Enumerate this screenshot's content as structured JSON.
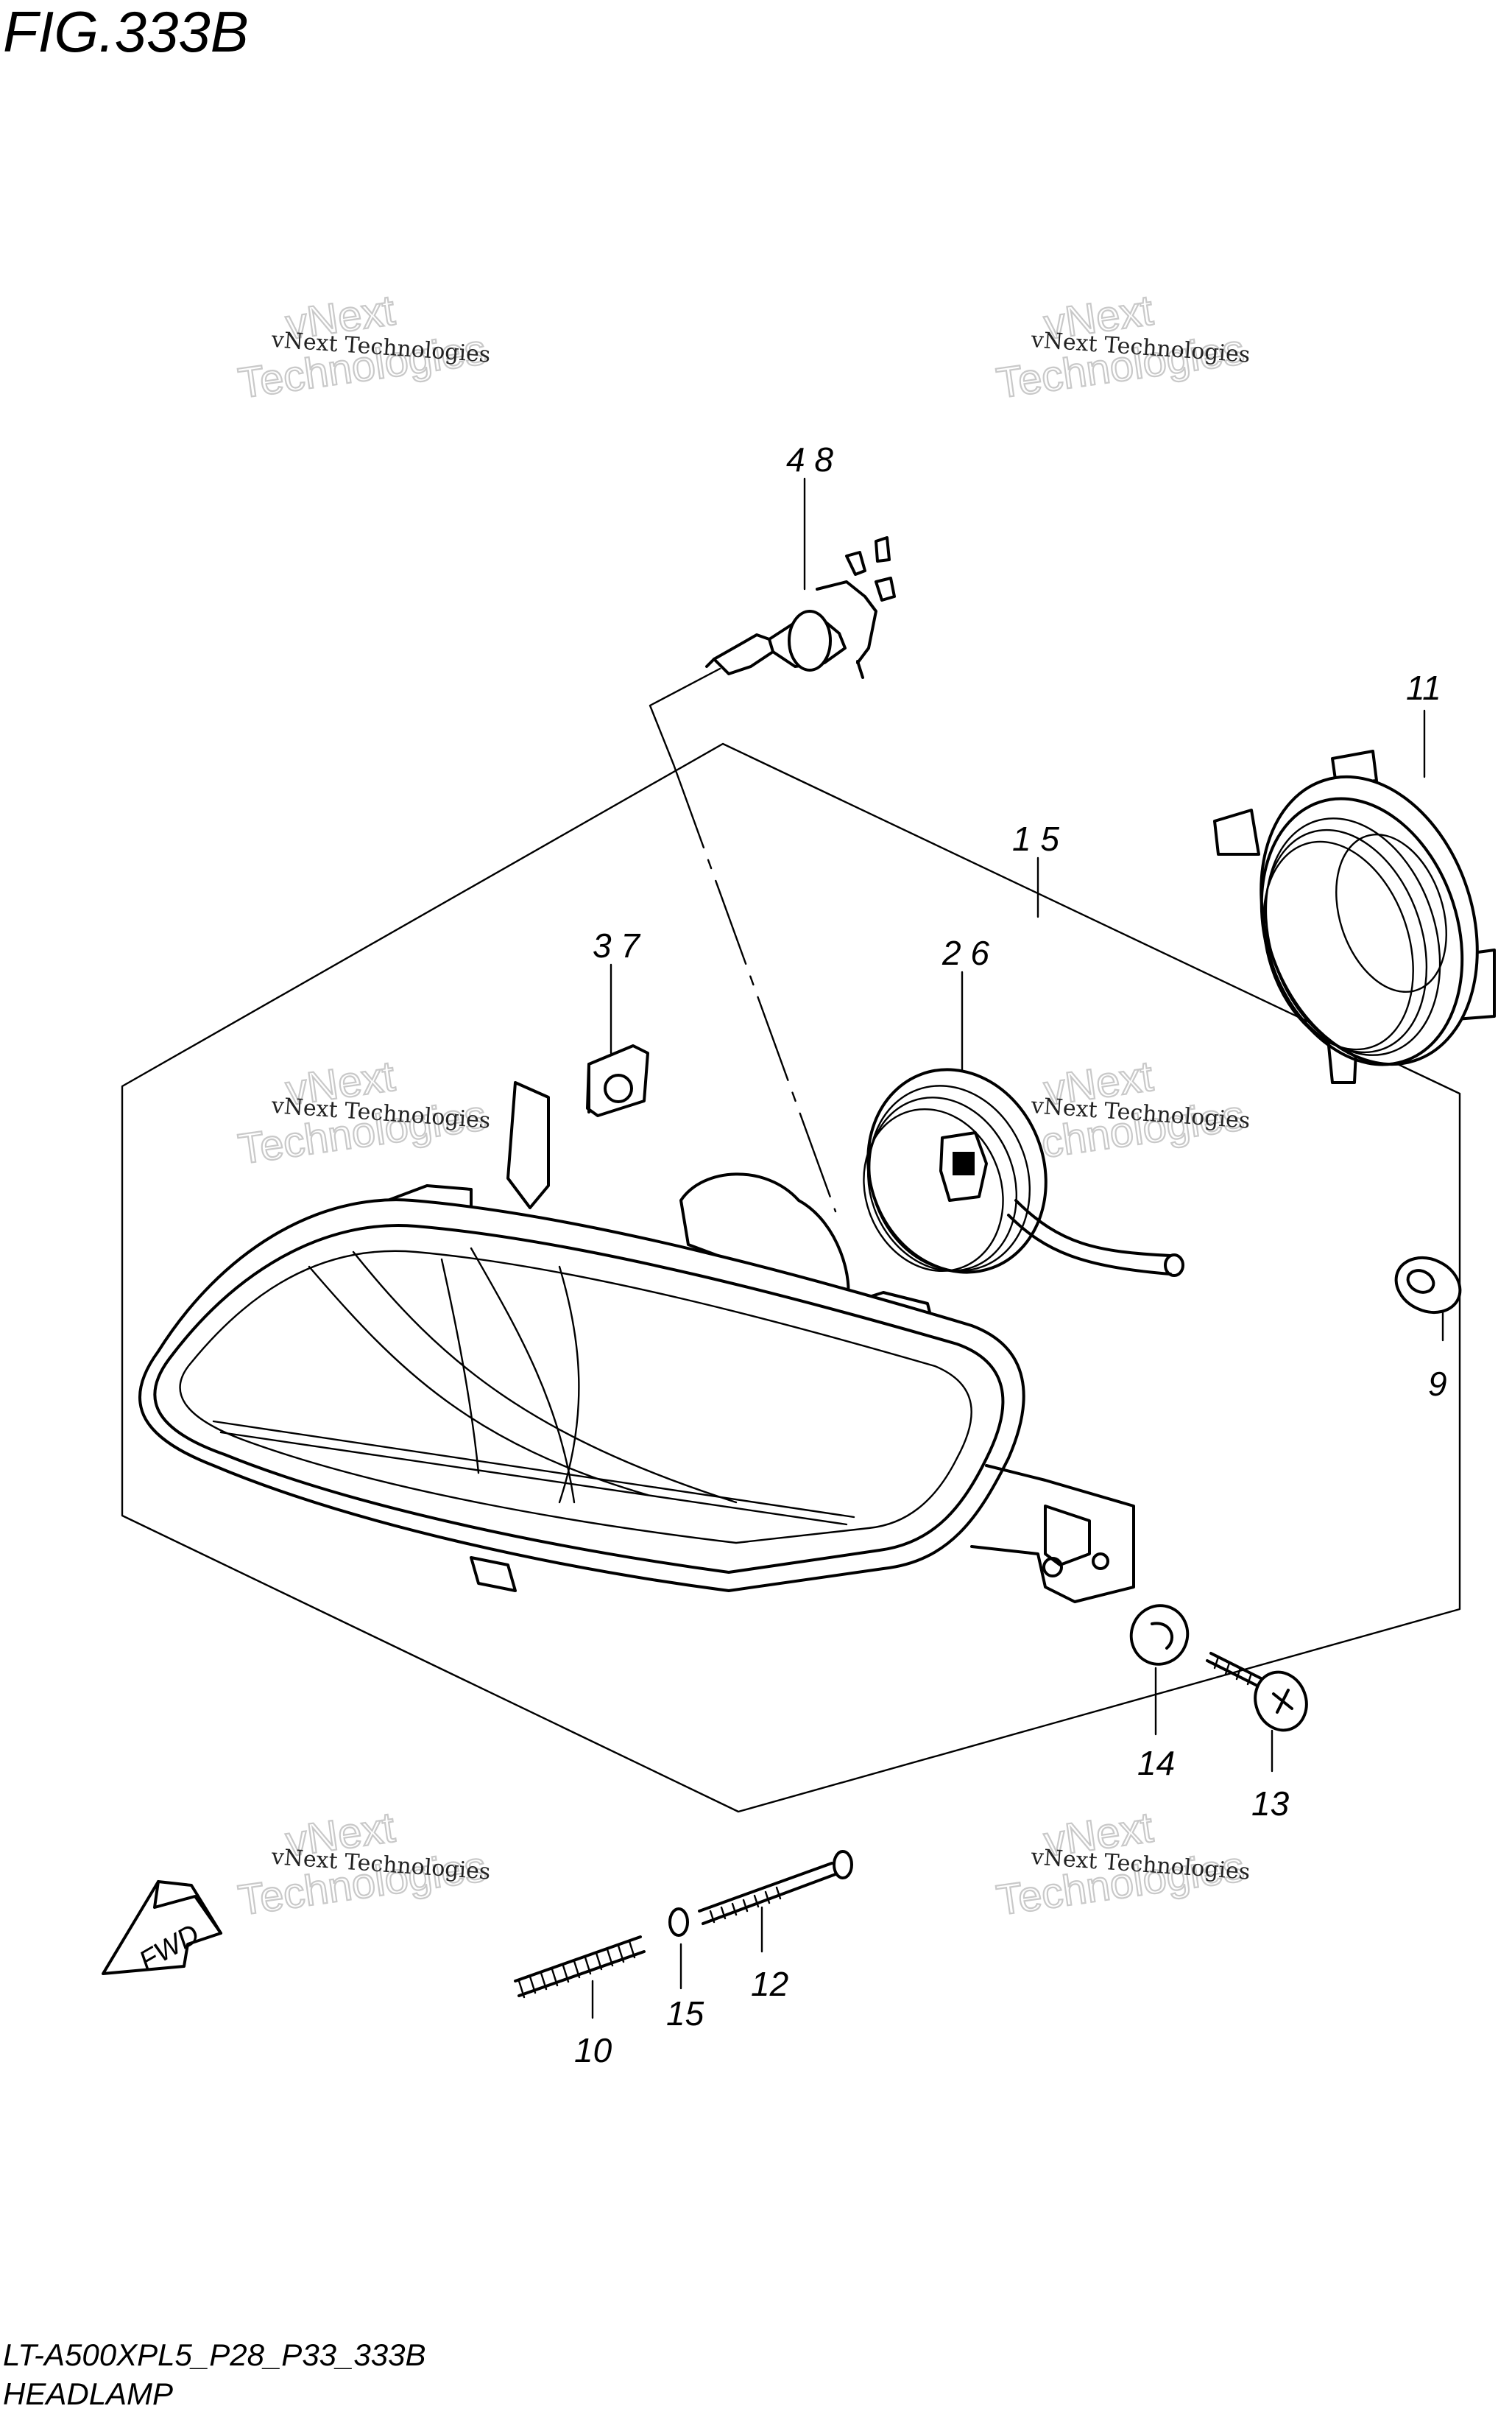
{
  "figure": {
    "title": "FIG.333B",
    "code": "LT-A500XPL5_P28_P33_333B",
    "name": "HEADLAMP"
  },
  "callouts": [
    {
      "id": "c-48",
      "label": "4 8"
    },
    {
      "id": "c-11",
      "label": "11"
    },
    {
      "id": "c-15",
      "label": "1 5"
    },
    {
      "id": "c-37",
      "label": "3 7"
    },
    {
      "id": "c-26",
      "label": "2 6"
    },
    {
      "id": "c-9",
      "label": "9"
    },
    {
      "id": "c-14",
      "label": "14"
    },
    {
      "id": "c-13",
      "label": "13"
    },
    {
      "id": "c-10",
      "label": "10"
    },
    {
      "id": "c-15b",
      "label": "15"
    },
    {
      "id": "c-12",
      "label": "12"
    }
  ],
  "direction_arrow": {
    "label": "FWD",
    "icon": "fwd-arrow-icon"
  },
  "watermarks": [
    {
      "small": "vNext Technologies",
      "big1": "vNext",
      "big2": "Technologies"
    }
  ]
}
